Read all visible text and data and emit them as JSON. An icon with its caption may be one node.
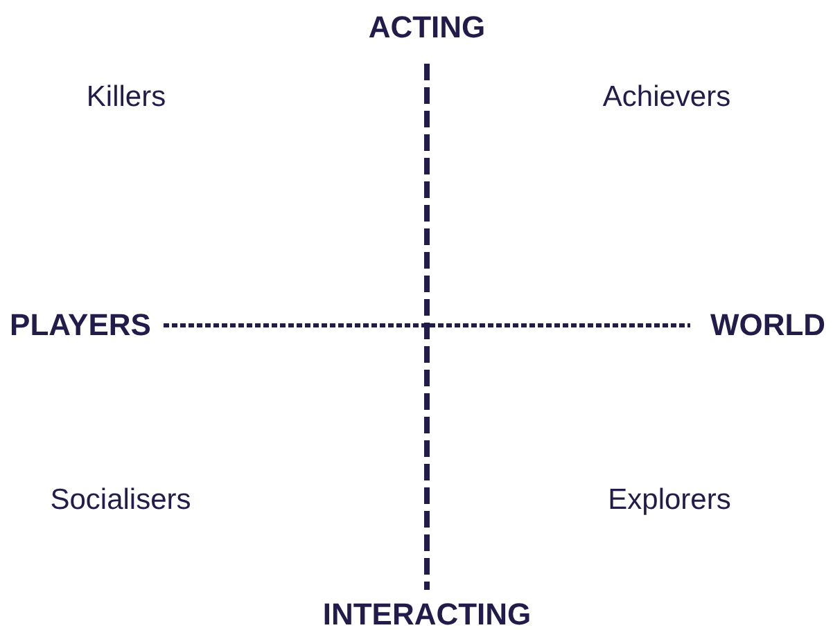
{
  "diagram": {
    "labels": [
      "ACTING",
      "Killers",
      "Achievers",
      "PLAYERS",
      "WORLD",
      "Socialisers",
      "Explorers",
      "INTERACTING"
    ]
  }
}
